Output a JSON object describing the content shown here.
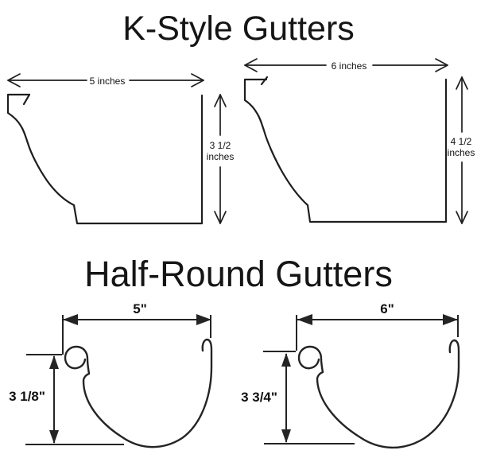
{
  "titles": {
    "k_style": "K-Style Gutters",
    "half_round": "Half-Round Gutters"
  },
  "k_style": {
    "five_inch": {
      "width_label": "5 inches",
      "depth_value": "3 1/2",
      "depth_unit": "inches"
    },
    "six_inch": {
      "width_label": "6 inches",
      "depth_value": "4 1/2",
      "depth_unit": "inches"
    }
  },
  "half_round": {
    "five_inch": {
      "width_label": "5\"",
      "depth_label": "3 1/8\""
    },
    "six_inch": {
      "width_label": "6\"",
      "depth_label": "3 3/4\""
    }
  },
  "colors": {
    "ink": "#1e1e1e",
    "background": "#ffffff"
  }
}
